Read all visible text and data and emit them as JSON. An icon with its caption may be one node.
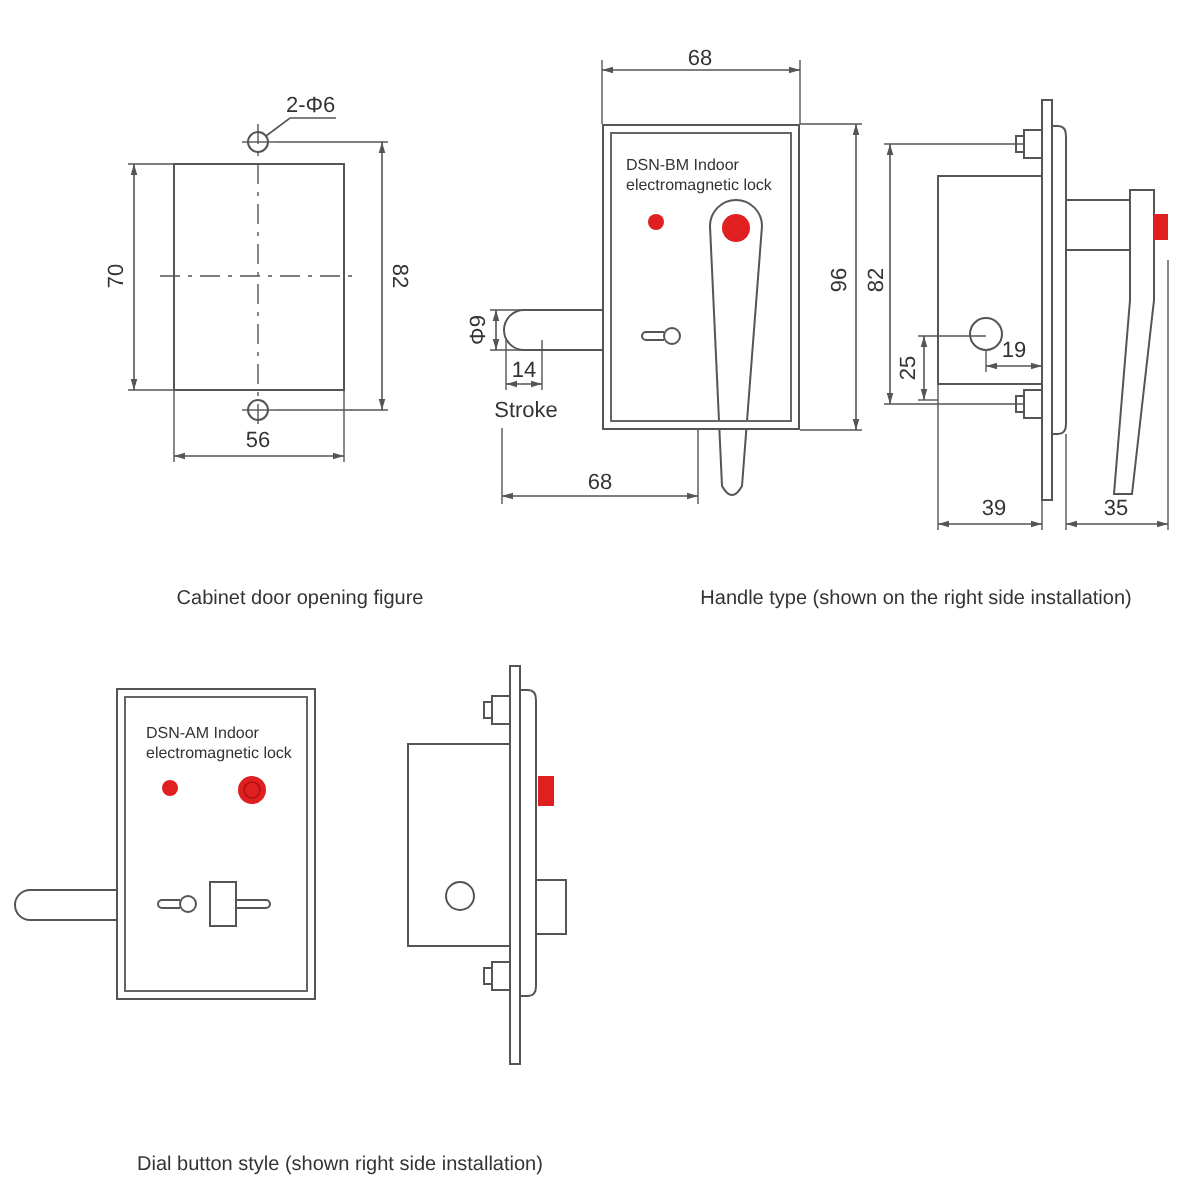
{
  "diagram": {
    "nodes": [
      {
        "text": [
          "DSN-BM Indoor electromagnetic lock"
        ]
      },
      {
        "text": [
          "DSN-AM Indoor electromagnetic lock"
        ]
      },
      {
        "text": [
          "2-Φ6"
        ]
      },
      {
        "text": [],
        "shape": "circle"
      }
    ],
    "edges": [
      {
        "from": 2,
        "to": 3,
        "arrow": "none"
      }
    ],
    "labels": [
      "68",
      "70",
      "82",
      "96",
      "82",
      "Φ9",
      "19",
      "25",
      "14",
      "Stroke",
      "56",
      "68",
      "39",
      "35",
      "Cabinet door opening figure",
      "Handle type (shown on the right side installation)",
      "Dial button style (shown right side installation)"
    ]
  }
}
